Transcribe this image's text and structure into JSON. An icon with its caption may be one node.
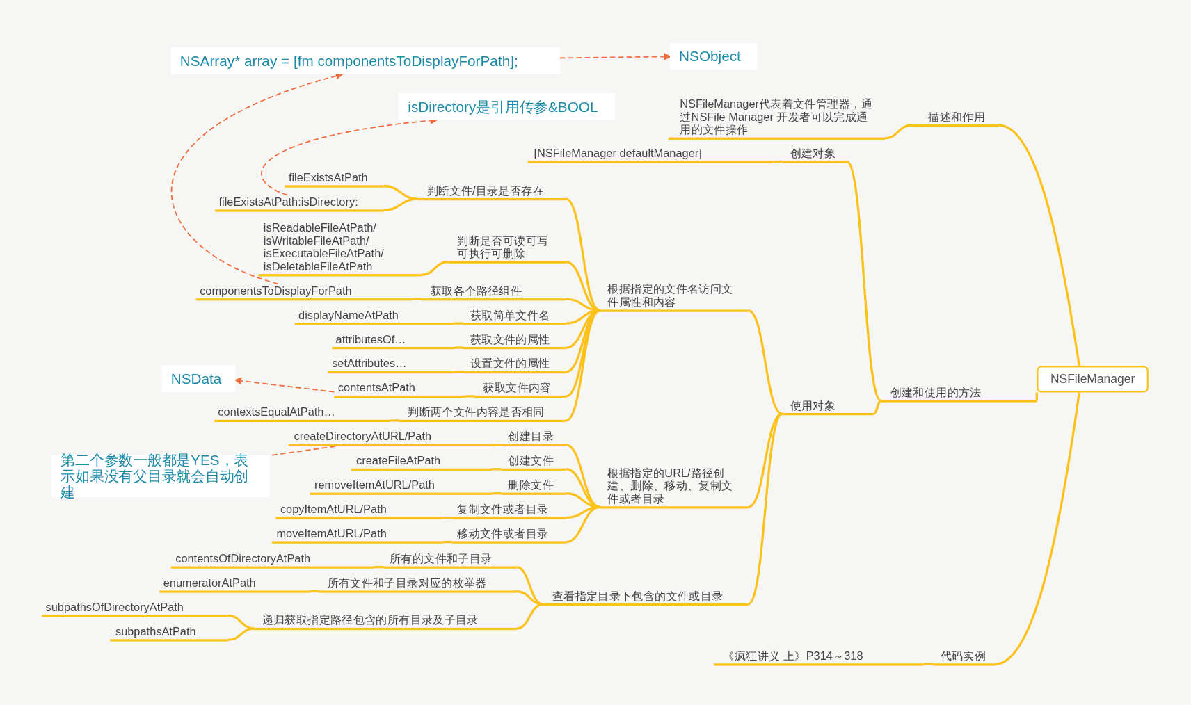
{
  "diagram": {
    "nodes": [
      {
        "text": [
          "NSFileManager"
        ]
      },
      {
        "text": [
          "描述和作用"
        ]
      },
      {
        "text": [
          "NSFileManager代表着文件管理器，通过NSFile Manager 开发者可以完成通用的文件操作"
        ]
      },
      {
        "text": [
          "创建和使用的方法"
        ]
      },
      {
        "text": [
          "创建对象"
        ]
      },
      {
        "text": [
          "[NSFileManager defaultManager]"
        ]
      },
      {
        "text": [
          "使用对象"
        ]
      },
      {
        "text": [
          "根据指定的文件名访问文件属性和内容"
        ]
      },
      {
        "text": [
          "判断文件/目录是否存在"
        ]
      },
      {
        "text": [
          "fileExistsAtPath"
        ]
      },
      {
        "text": [
          "fileExistsAtPath:isDirectory:"
        ]
      },
      {
        "text": [
          "判断是否可读可写可执行可删除"
        ]
      },
      {
        "text": [
          "isReadableFileAtPath/ isWritableFileAtPath/ isExecutableFileAtPath/ isDeletableFileAtPath"
        ]
      },
      {
        "text": [
          "获取各个路径组件"
        ]
      },
      {
        "text": [
          "componentsToDisplayForPath"
        ]
      },
      {
        "text": [
          "获取简单文件名"
        ]
      },
      {
        "text": [
          "displayNameAtPath"
        ]
      },
      {
        "text": [
          "获取文件的属性"
        ]
      },
      {
        "text": [
          "attributesOf…"
        ]
      },
      {
        "text": [
          "设置文件的属性"
        ]
      },
      {
        "text": [
          "setAttributes…"
        ]
      },
      {
        "text": [
          "获取文件内容"
        ]
      },
      {
        "text": [
          "contentsAtPath"
        ]
      },
      {
        "text": [
          "判断两个文件内容是否相同"
        ]
      },
      {
        "text": [
          "contextsEqualAtPath…"
        ]
      },
      {
        "text": [
          "根据指定的URL/路径创建、删除、移动、复制文件或者目录"
        ]
      },
      {
        "text": [
          "创建目录"
        ]
      },
      {
        "text": [
          "createDirectoryAtURL/Path"
        ]
      },
      {
        "text": [
          "创建文件"
        ]
      },
      {
        "text": [
          "createFileAtPath"
        ]
      },
      {
        "text": [
          "删除文件"
        ]
      },
      {
        "text": [
          "removeItemAtURL/Path"
        ]
      },
      {
        "text": [
          "复制文件或者目录"
        ]
      },
      {
        "text": [
          "copyItemAtURL/Path"
        ]
      },
      {
        "text": [
          "移动文件或者目录"
        ]
      },
      {
        "text": [
          "moveItemAtURL/Path"
        ]
      },
      {
        "text": [
          "查看指定目录下包含的文件或目录"
        ]
      },
      {
        "text": [
          "所有的文件和子目录"
        ]
      },
      {
        "text": [
          "contentsOfDirectoryAtPath"
        ]
      },
      {
        "text": [
          "所有文件和子目录对应的枚举器"
        ]
      },
      {
        "text": [
          "enumeratorAtPath"
        ]
      },
      {
        "text": [
          "递归获取指定路径包含的所有目录及子目录"
        ]
      },
      {
        "text": [
          "subpathsOfDirectoryAtPath"
        ]
      },
      {
        "text": [
          "subpathsAtPath"
        ]
      },
      {
        "text": [
          "代码实例"
        ]
      },
      {
        "text": [
          "《疯狂讲义 上》P314～318"
        ]
      },
      {
        "text": [
          "NSArray* array = [fm componentsToDisplayForPath];"
        ]
      },
      {
        "text": [
          "NSObject"
        ]
      },
      {
        "text": [
          "isDirectory是引用传参&BOOL"
        ]
      },
      {
        "text": [
          "NSData"
        ]
      },
      {
        "text": [
          "第二个参数一般都是YES，表示如果没有父目录就会自动创建"
        ]
      }
    ],
    "edges": [
      {
        "from": 0,
        "to": 1,
        "arrow": "none"
      },
      {
        "from": 1,
        "to": 2,
        "arrow": "none"
      },
      {
        "from": 0,
        "to": 3,
        "arrow": "none"
      },
      {
        "from": 3,
        "to": 4,
        "arrow": "none"
      },
      {
        "from": 4,
        "to": 5,
        "arrow": "none"
      },
      {
        "from": 3,
        "to": 6,
        "arrow": "none"
      },
      {
        "from": 6,
        "to": 7,
        "arrow": "none"
      },
      {
        "from": 7,
        "to": 8,
        "arrow": "none"
      },
      {
        "from": 8,
        "to": 9,
        "arrow": "none"
      },
      {
        "from": 8,
        "to": 10,
        "arrow": "none"
      },
      {
        "from": 7,
        "to": 11,
        "arrow": "none"
      },
      {
        "from": 11,
        "to": 12,
        "arrow": "none"
      },
      {
        "from": 7,
        "to": 13,
        "arrow": "none"
      },
      {
        "from": 13,
        "to": 14,
        "arrow": "none"
      },
      {
        "from": 7,
        "to": 15,
        "arrow": "none"
      },
      {
        "from": 15,
        "to": 16,
        "arrow": "none"
      },
      {
        "from": 7,
        "to": 17,
        "arrow": "none"
      },
      {
        "from": 17,
        "to": 18,
        "arrow": "none"
      },
      {
        "from": 7,
        "to": 19,
        "arrow": "none"
      },
      {
        "from": 19,
        "to": 20,
        "arrow": "none"
      },
      {
        "from": 7,
        "to": 21,
        "arrow": "none"
      },
      {
        "from": 21,
        "to": 22,
        "arrow": "none"
      },
      {
        "from": 7,
        "to": 23,
        "arrow": "none"
      },
      {
        "from": 23,
        "to": 24,
        "arrow": "none"
      },
      {
        "from": 6,
        "to": 25,
        "arrow": "none"
      },
      {
        "from": 25,
        "to": 26,
        "arrow": "none"
      },
      {
        "from": 26,
        "to": 27,
        "arrow": "none"
      },
      {
        "from": 25,
        "to": 28,
        "arrow": "none"
      },
      {
        "from": 28,
        "to": 29,
        "arrow": "none"
      },
      {
        "from": 25,
        "to": 30,
        "arrow": "none"
      },
      {
        "from": 30,
        "to": 31,
        "arrow": "none"
      },
      {
        "from": 25,
        "to": 32,
        "arrow": "none"
      },
      {
        "from": 32,
        "to": 33,
        "arrow": "none"
      },
      {
        "from": 25,
        "to": 34,
        "arrow": "none"
      },
      {
        "from": 34,
        "to": 35,
        "arrow": "none"
      },
      {
        "from": 6,
        "to": 36,
        "arrow": "none"
      },
      {
        "from": 36,
        "to": 37,
        "arrow": "none"
      },
      {
        "from": 37,
        "to": 38,
        "arrow": "none"
      },
      {
        "from": 36,
        "to": 39,
        "arrow": "none"
      },
      {
        "from": 39,
        "to": 40,
        "arrow": "none"
      },
      {
        "from": 36,
        "to": 41,
        "arrow": "none"
      },
      {
        "from": 41,
        "to": 42,
        "arrow": "none"
      },
      {
        "from": 41,
        "to": 43,
        "arrow": "none"
      },
      {
        "from": 0,
        "to": 44,
        "arrow": "none"
      },
      {
        "from": 44,
        "to": 45,
        "arrow": "none"
      },
      {
        "from": 14,
        "to": 46,
        "arrow": "to",
        "style": "dashed",
        "color": "#f26b3a"
      },
      {
        "from": 46,
        "to": 47,
        "arrow": "to",
        "style": "dashed",
        "color": "#f26b3a"
      },
      {
        "from": 10,
        "to": 48,
        "arrow": "to",
        "style": "dashed",
        "color": "#f26b3a"
      },
      {
        "from": 22,
        "to": 49,
        "arrow": "to",
        "style": "dashed",
        "color": "#f26b3a"
      },
      {
        "from": 27,
        "to": 50,
        "arrow": "none",
        "style": "dashed",
        "color": "#f26b3a"
      }
    ]
  }
}
